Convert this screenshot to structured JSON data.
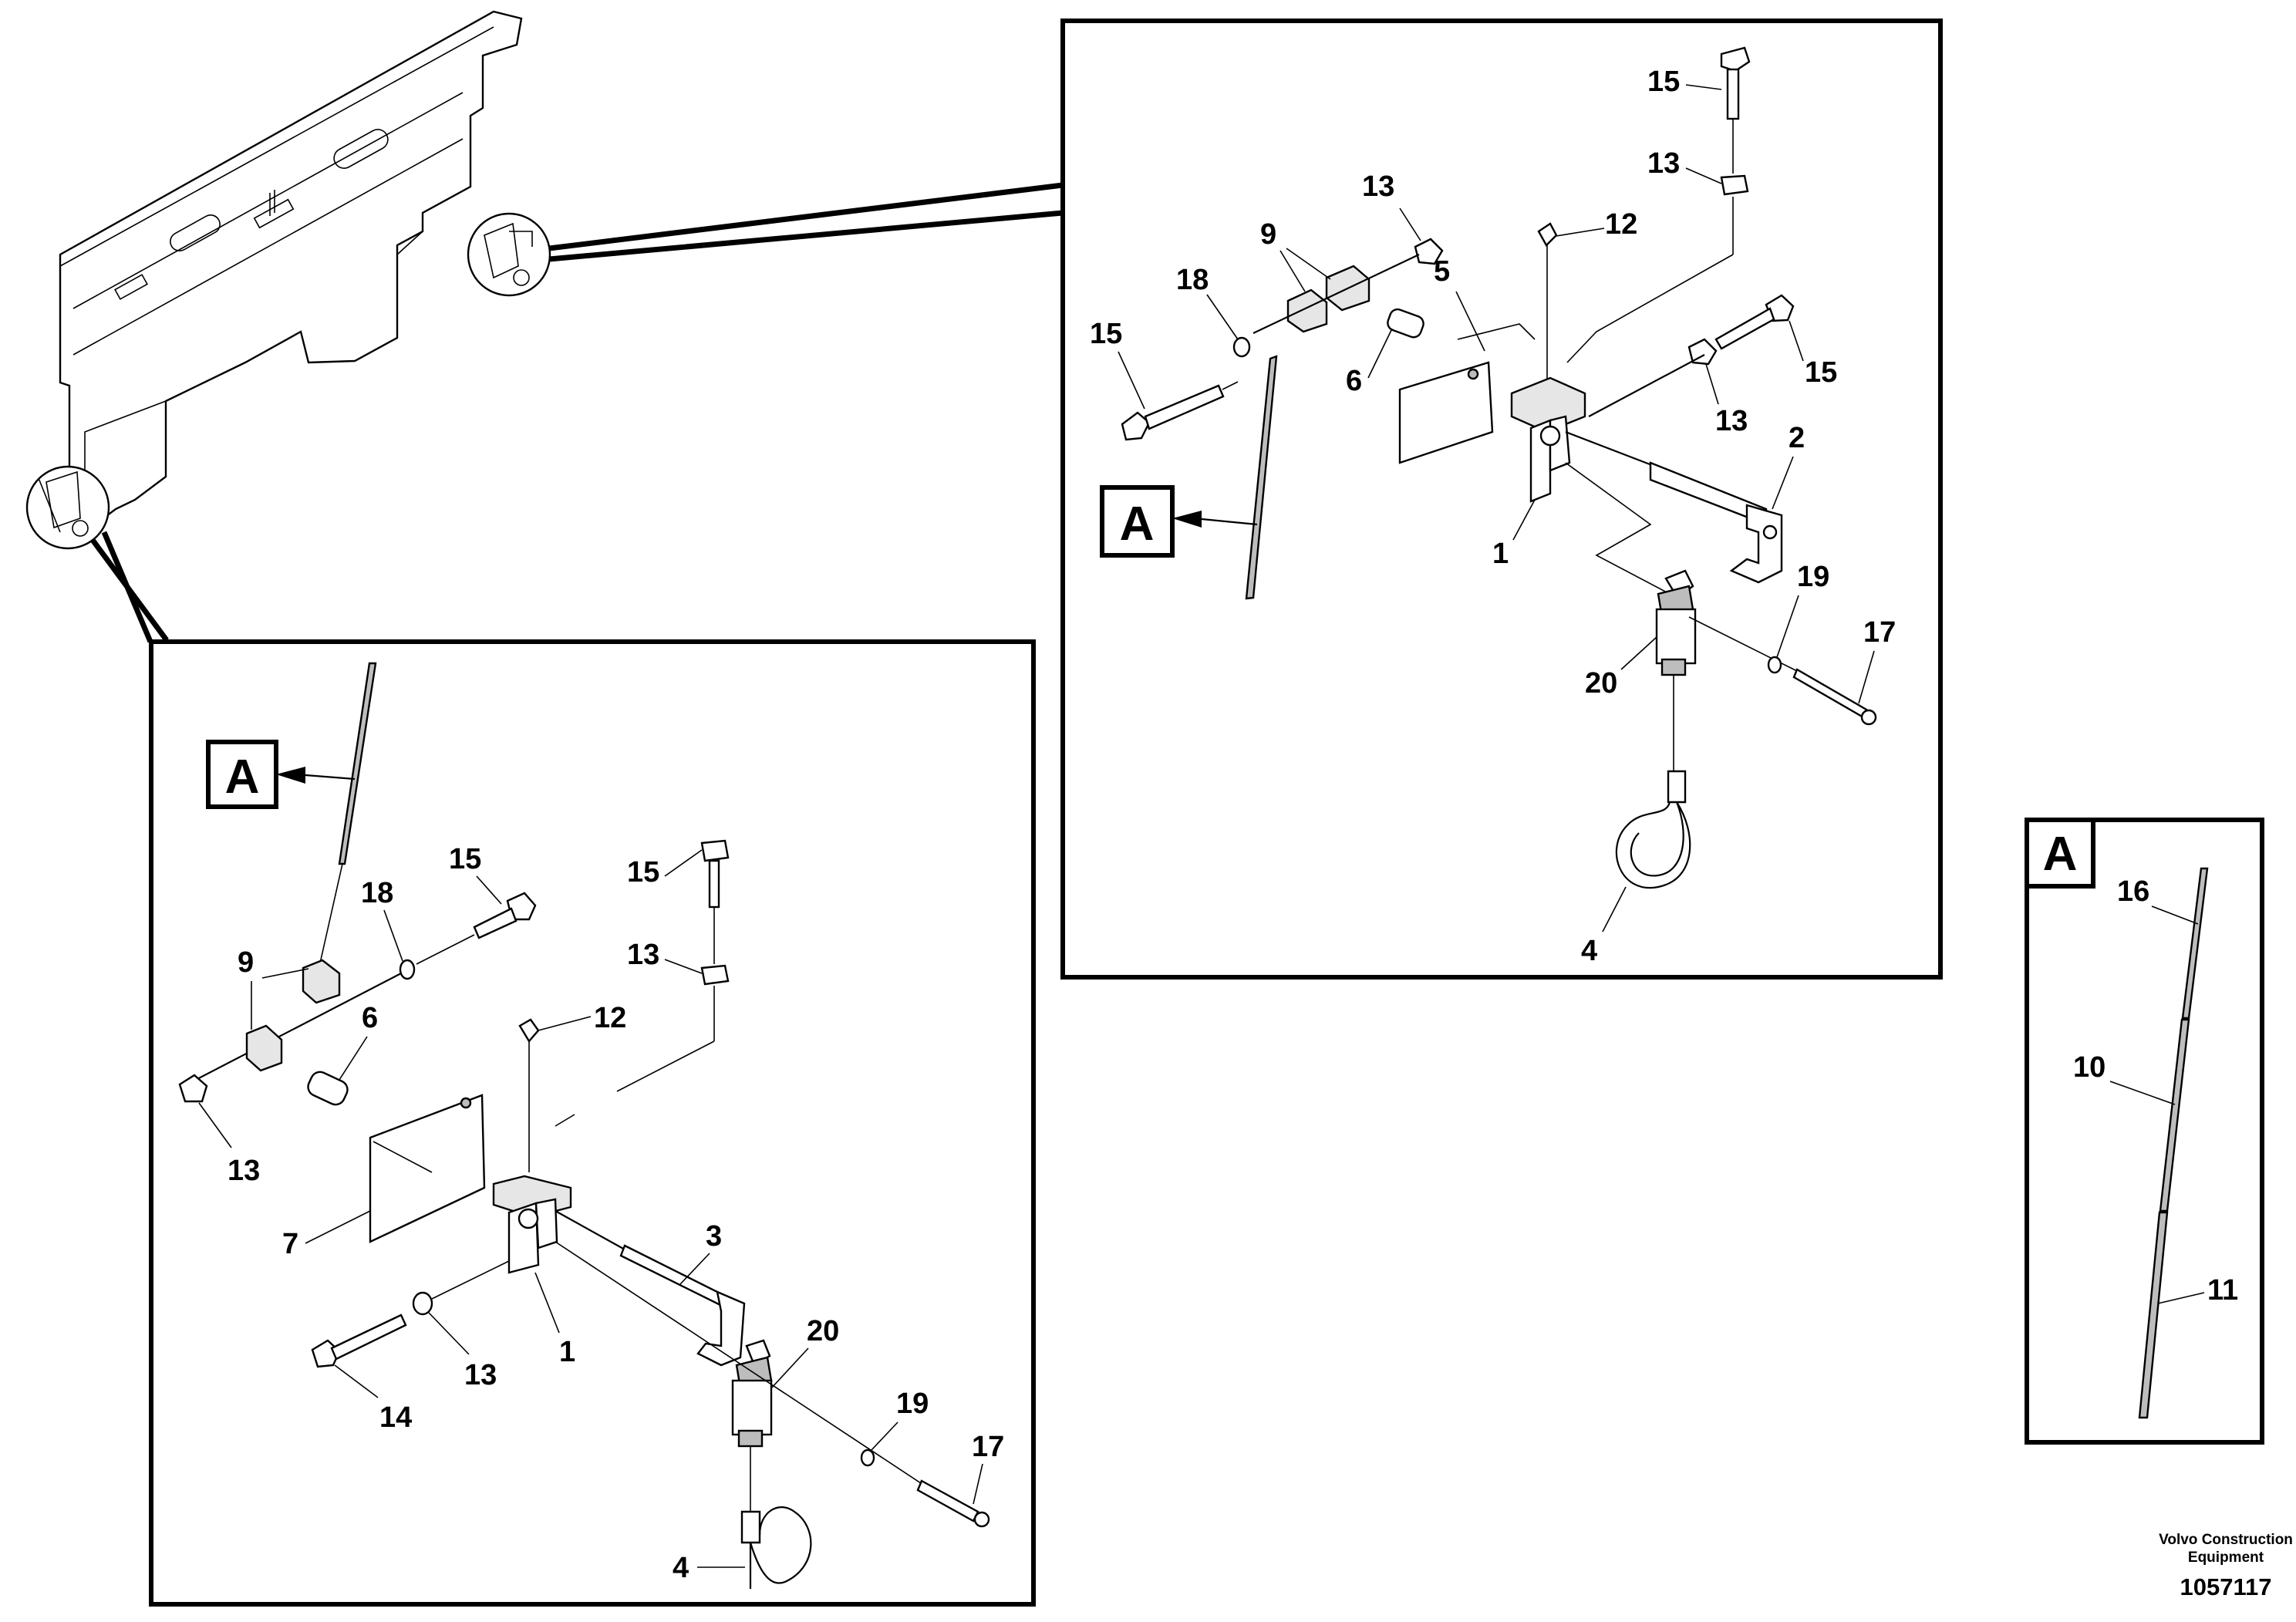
{
  "diagram": {
    "callout_letter": "A",
    "labels": {
      "upper": {
        "l15a": "15",
        "l13a": "13",
        "l13b": "13",
        "l12": "12",
        "l9": "9",
        "l18": "18",
        "l5": "5",
        "l15b": "15",
        "l6": "6",
        "l15c": "15",
        "l13c": "13",
        "l2": "2",
        "l1": "1",
        "l19": "19",
        "l17": "17",
        "l20": "20",
        "l4": "4"
      },
      "lower": {
        "l15a": "15",
        "l18": "18",
        "l15b": "15",
        "l9": "9",
        "l6": "6",
        "l13a": "13",
        "l12": "12",
        "l13b": "13",
        "l7": "7",
        "l3": "3",
        "l1": "1",
        "l13c": "13",
        "l14": "14",
        "l20": "20",
        "l19": "19",
        "l17": "17",
        "l4": "4"
      },
      "detail": {
        "l16": "16",
        "l10": "10",
        "l11": "11"
      }
    }
  },
  "footer": {
    "brand_line1": "Volvo Construction",
    "brand_line2": "Equipment",
    "doc_number": "1057117"
  }
}
